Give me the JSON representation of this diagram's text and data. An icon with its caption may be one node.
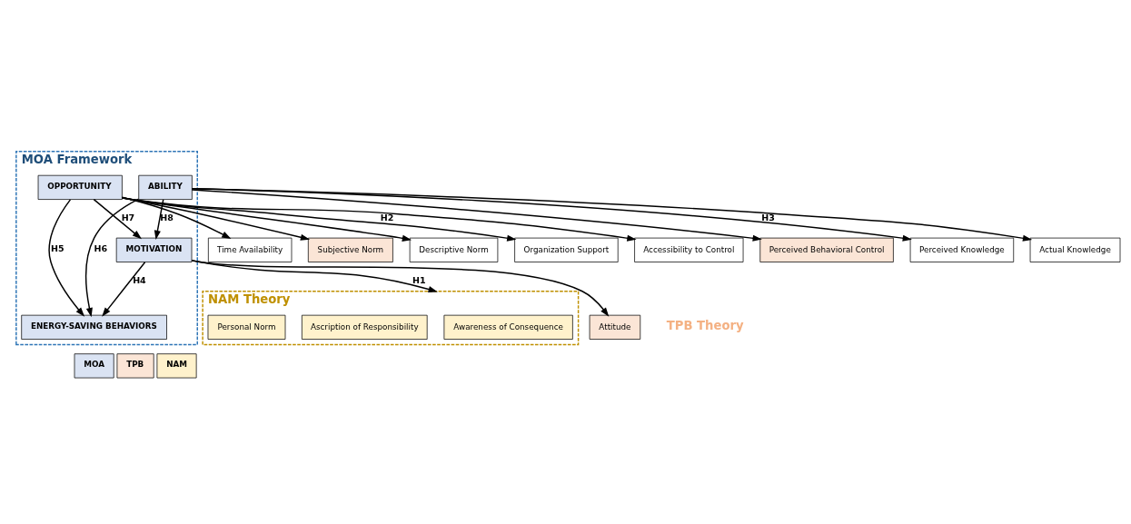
{
  "diagram": {
    "nodes": [
      {
        "text": [
          "MOA Framework"
        ]
      },
      {
        "text": [
          "OPPORTUNITY"
        ],
        "in": 0
      },
      {
        "text": [
          "ENERGY-SAVING BEHAVIORS"
        ],
        "in": 0
      },
      {
        "text": [
          "ABILITY"
        ],
        "in": 0
      },
      {
        "text": [
          "MOTIVATION"
        ],
        "in": 0
      },
      {
        "text": [
          "Subjective Norm"
        ]
      },
      {
        "text": [
          "Descriptive Norm"
        ]
      },
      {
        "text": [
          "Organization Support"
        ]
      },
      {
        "text": [
          "Accessibility to Control"
        ]
      },
      {
        "text": [
          "Time Availability"
        ]
      },
      {
        "text": [
          "Perceived Behavioral Control"
        ]
      },
      {
        "text": [
          "Perceived Knowledge"
        ]
      },
      {
        "text": [
          "Actual Knowledge"
        ]
      },
      {
        "text": [
          "NAM Theory"
        ]
      },
      {
        "text": [
          "Awareness of Consequence"
        ],
        "in": 13
      },
      {
        "text": [
          "Ascription of Responsibility"
        ],
        "in": 13
      },
      {
        "text": [
          "Personal Norm"
        ],
        "in": 13
      },
      {
        "text": [
          "Attitude"
        ]
      }
    ],
    "edges": [
      {
        "from": 1,
        "to": 5,
        "arrow": "to"
      },
      {
        "from": 1,
        "to": 6,
        "arrow": "to"
      },
      {
        "from": 1,
        "to": 7,
        "arrow": "to",
        "label": "H2"
      },
      {
        "from": 1,
        "to": 8,
        "arrow": "to"
      },
      {
        "from": 1,
        "to": 9,
        "arrow": "to"
      },
      {
        "from": 1,
        "to": 2,
        "arrow": "to",
        "label": "H5"
      },
      {
        "from": 3,
        "to": 2,
        "arrow": "to",
        "label": "H6"
      },
      {
        "from": 3,
        "to": 10,
        "arrow": "to"
      },
      {
        "from": 3,
        "to": 11,
        "arrow": "to",
        "label": "H3"
      },
      {
        "from": 3,
        "to": 12,
        "arrow": "to"
      },
      {
        "from": 1,
        "to": 4,
        "arrow": "to",
        "label": "H7"
      },
      {
        "from": 4,
        "to": 2,
        "arrow": "to",
        "label": "H4"
      },
      {
        "from": 3,
        "to": 4,
        "arrow": "to",
        "label": "H8"
      },
      {
        "from": 4,
        "to": 13,
        "arrow": "to",
        "label": "H1"
      },
      {
        "from": 4,
        "to": 17,
        "arrow": "to"
      }
    ],
    "labels": [
      "TPB Theory"
    ],
    "legend": [
      {
        "text": "MOA",
        "color": "#dae3f3"
      },
      {
        "text": "TPB",
        "color": "#fbe5d6"
      },
      {
        "text": "NAM",
        "color": "#fff2cc"
      }
    ]
  }
}
